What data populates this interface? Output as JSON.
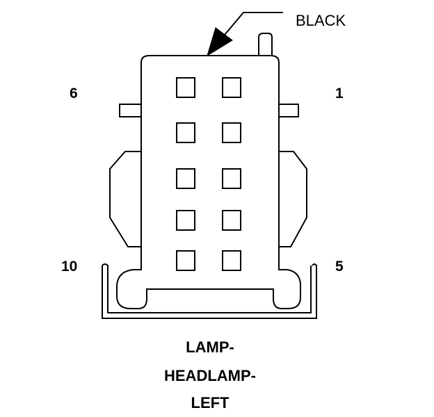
{
  "connector": {
    "color_label": "BLACK",
    "pin_labels": {
      "top_left": "6",
      "top_right": "1",
      "bottom_left": "10",
      "bottom_right": "5"
    },
    "caption": [
      "LAMP-",
      "HEADLAMP-",
      "LEFT"
    ],
    "cavity_count": 10,
    "line_color": "#000000",
    "fill_color": "#ffffff"
  }
}
